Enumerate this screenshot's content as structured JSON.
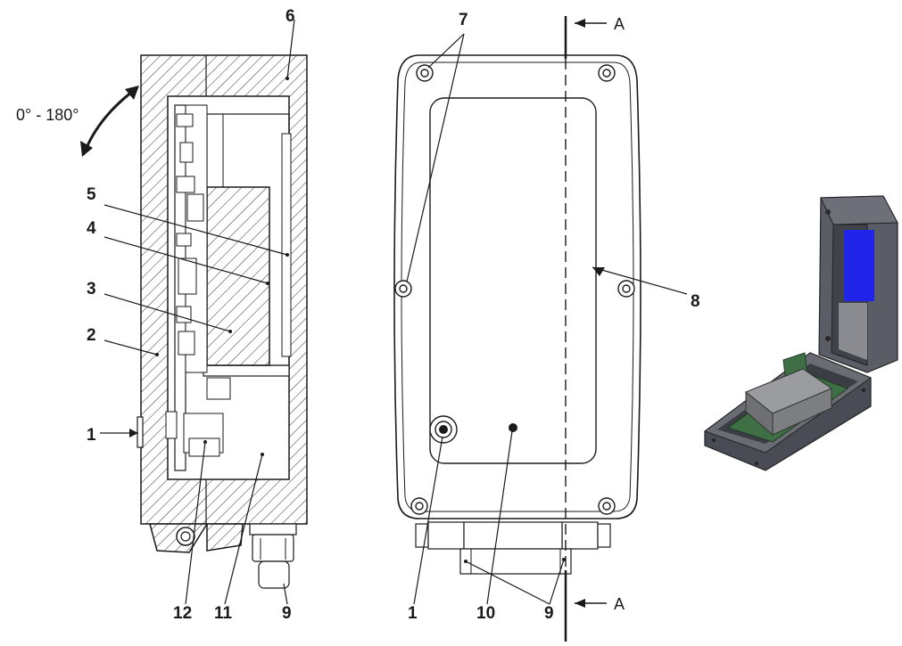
{
  "rotation_label": "0° - 180°",
  "section_label": "A",
  "callouts": {
    "c1_left": "1",
    "c2": "2",
    "c3": "3",
    "c4": "4",
    "c5": "5",
    "c6": "6",
    "c7": "7",
    "c8": "8",
    "c9_left": "9",
    "c9_right": "9",
    "c10": "10",
    "c11": "11",
    "c12": "12",
    "c1_front": "1"
  },
  "colors": {
    "line": "#1a1a1a",
    "hatch": "#333333",
    "lid_blue": "#1f24e8",
    "pcb_green": "#3f6f45",
    "housing_gray": "#5b5d66",
    "battery_gray": "#8a8c90"
  }
}
